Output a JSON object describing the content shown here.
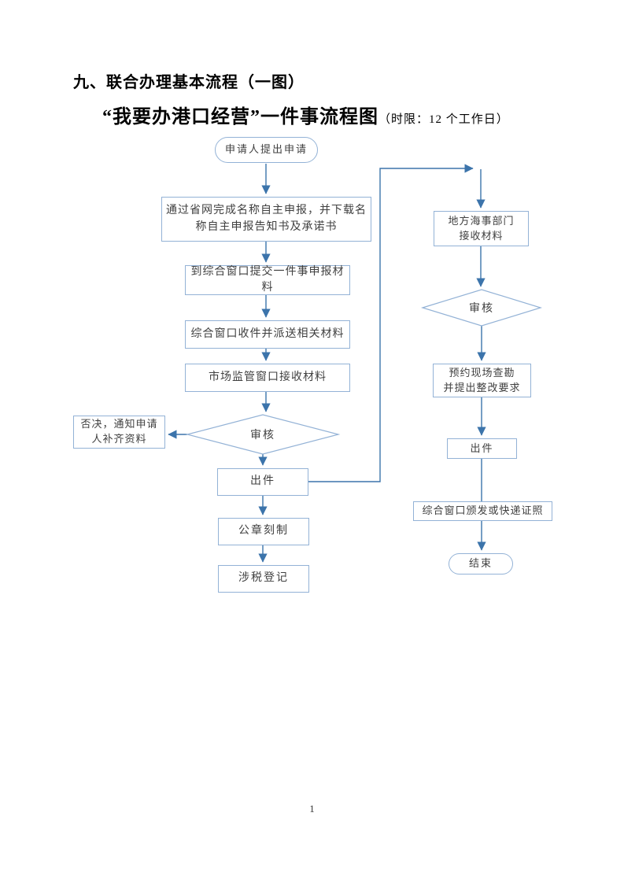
{
  "page": {
    "heading": "九、联合办理基本流程（一图）",
    "subtitle": "“我要办港口经营”一件事流程图",
    "subtitle_note": "（时限：12 个工作日）",
    "page_number": "1"
  },
  "colors": {
    "connector": "#3c74ab",
    "border": "#93b2d6",
    "text": "#404040",
    "heading": "#000000"
  },
  "flowchart": {
    "nodes": {
      "start": "申请人提出申请",
      "declare": "通过省网完成名称自主申报，并下载名\n称自主申报告知书及承诺书",
      "submit": "到综合窗口提交一件事申报材\n料",
      "dispatch": "综合窗口收件并派送相关材料",
      "market_receive": "市场监管窗口接收材料",
      "review_left": "审核",
      "reject": "否决，通知申请\n人补齐资料",
      "issue_left": "出件",
      "seal": "公章刻制",
      "tax": "涉税登记",
      "maritime": "地方海事部门\n接收材料",
      "review_right": "审核",
      "survey": "预约现场查勘\n并提出整改要求",
      "issue_right": "出件",
      "deliver": "综合窗口颁发或快递证照",
      "end": "结束"
    }
  }
}
